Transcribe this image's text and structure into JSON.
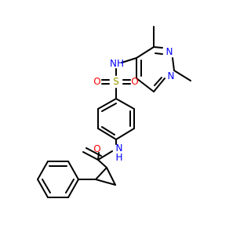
{
  "molecule": {
    "atom_labels": {
      "nh_sulfonamide": "NH",
      "sulfur": "S",
      "oxygen_left": "O",
      "oxygen_right": "O",
      "n_pyrimidine_1": "N",
      "n_pyrimidine_2": "N",
      "nh_amide_n": "N",
      "nh_amide_h": "H",
      "oxygen_carbonyl": "O"
    },
    "colors": {
      "bond": "#000000",
      "nitrogen": "#0000ff",
      "oxygen": "#ff0000",
      "sulfur": "#999900"
    }
  }
}
